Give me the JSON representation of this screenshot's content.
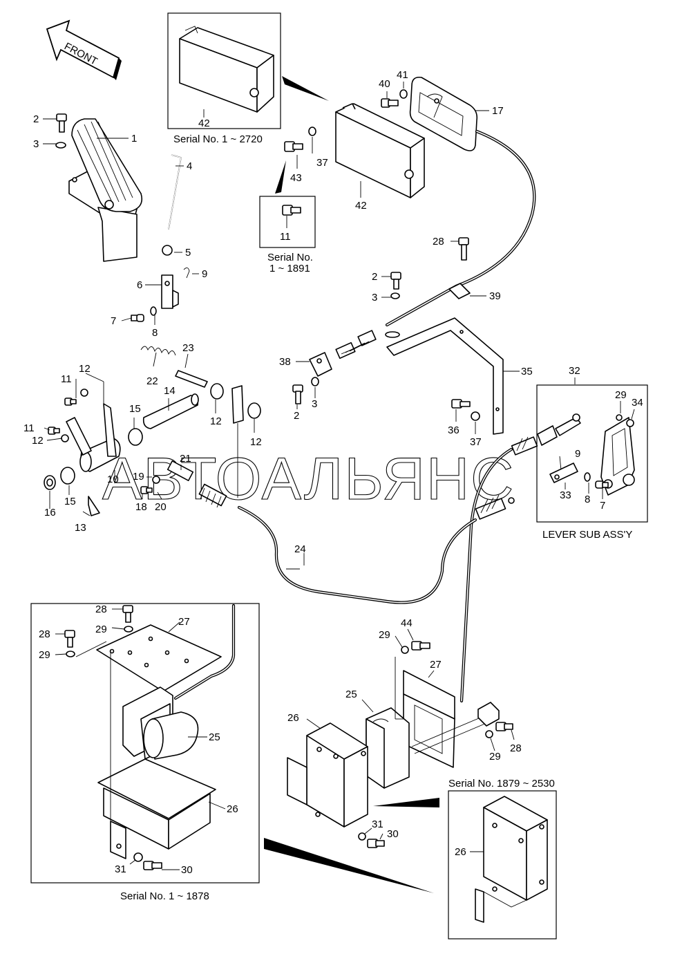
{
  "orientation_label": "FRONT",
  "watermark": "АВТОАЛЬЯНС",
  "captions": {
    "serial_2720": "Serial No. 1 ~ 2720",
    "serial_1891_line1": "Serial No.",
    "serial_1891_line2": "1 ~ 1891",
    "lever_sub_assy": "LEVER SUB ASS'Y",
    "serial_1878": "Serial No. 1 ~ 1878",
    "serial_1879_2530": "Serial No. 1879 ~ 2530"
  },
  "callouts": [
    {
      "id": "c-1",
      "text": "1"
    },
    {
      "id": "c-2a",
      "text": "2"
    },
    {
      "id": "c-3a",
      "text": "3"
    },
    {
      "id": "c-4",
      "text": "4"
    },
    {
      "id": "c-5",
      "text": "5"
    },
    {
      "id": "c-6",
      "text": "6"
    },
    {
      "id": "c-7a",
      "text": "7"
    },
    {
      "id": "c-8a",
      "text": "8"
    },
    {
      "id": "c-9a",
      "text": "9"
    },
    {
      "id": "c-42a",
      "text": "42"
    },
    {
      "id": "c-43",
      "text": "43"
    },
    {
      "id": "c-37a",
      "text": "37"
    },
    {
      "id": "c-11a",
      "text": "11"
    },
    {
      "id": "c-42b",
      "text": "42"
    },
    {
      "id": "c-40",
      "text": "40"
    },
    {
      "id": "c-41",
      "text": "41"
    },
    {
      "id": "c-17",
      "text": "17"
    },
    {
      "id": "c-28a",
      "text": "28"
    },
    {
      "id": "c-2b",
      "text": "2"
    },
    {
      "id": "c-3b",
      "text": "3"
    },
    {
      "id": "c-39",
      "text": "39"
    },
    {
      "id": "c-38",
      "text": "38"
    },
    {
      "id": "c-2c",
      "text": "2"
    },
    {
      "id": "c-3c",
      "text": "3"
    },
    {
      "id": "c-35",
      "text": "35"
    },
    {
      "id": "c-36",
      "text": "36"
    },
    {
      "id": "c-37b",
      "text": "37"
    },
    {
      "id": "c-32",
      "text": "32"
    },
    {
      "id": "c-29a",
      "text": "29"
    },
    {
      "id": "c-34",
      "text": "34"
    },
    {
      "id": "c-9b",
      "text": "9"
    },
    {
      "id": "c-33",
      "text": "33"
    },
    {
      "id": "c-8b",
      "text": "8"
    },
    {
      "id": "c-7b",
      "text": "7"
    },
    {
      "id": "c-23",
      "text": "23"
    },
    {
      "id": "c-22",
      "text": "22"
    },
    {
      "id": "c-14",
      "text": "14"
    },
    {
      "id": "c-12a",
      "text": "12"
    },
    {
      "id": "c-11b",
      "text": "11"
    },
    {
      "id": "c-15a",
      "text": "15"
    },
    {
      "id": "c-11c",
      "text": "11"
    },
    {
      "id": "c-12b",
      "text": "12"
    },
    {
      "id": "c-12c",
      "text": "12"
    },
    {
      "id": "c-12d",
      "text": "12"
    },
    {
      "id": "c-21",
      "text": "21"
    },
    {
      "id": "c-19",
      "text": "19"
    },
    {
      "id": "c-10",
      "text": "10"
    },
    {
      "id": "c-18",
      "text": "18"
    },
    {
      "id": "c-20",
      "text": "20"
    },
    {
      "id": "c-16",
      "text": "16"
    },
    {
      "id": "c-15b",
      "text": "15"
    },
    {
      "id": "c-13",
      "text": "13"
    },
    {
      "id": "c-24",
      "text": "24"
    },
    {
      "id": "c-28b",
      "text": "28"
    },
    {
      "id": "c-27a",
      "text": "27"
    },
    {
      "id": "c-28c",
      "text": "28"
    },
    {
      "id": "c-29b",
      "text": "29"
    },
    {
      "id": "c-29c",
      "text": "29"
    },
    {
      "id": "c-25a",
      "text": "25"
    },
    {
      "id": "c-26a",
      "text": "26"
    },
    {
      "id": "c-31a",
      "text": "31"
    },
    {
      "id": "c-30a",
      "text": "30"
    },
    {
      "id": "c-44",
      "text": "44"
    },
    {
      "id": "c-29d",
      "text": "29"
    },
    {
      "id": "c-27b",
      "text": "27"
    },
    {
      "id": "c-25b",
      "text": "25"
    },
    {
      "id": "c-26b",
      "text": "26"
    },
    {
      "id": "c-28d",
      "text": "28"
    },
    {
      "id": "c-29e",
      "text": "29"
    },
    {
      "id": "c-31b",
      "text": "31"
    },
    {
      "id": "c-30b",
      "text": "30"
    },
    {
      "id": "c-26c",
      "text": "26"
    }
  ]
}
